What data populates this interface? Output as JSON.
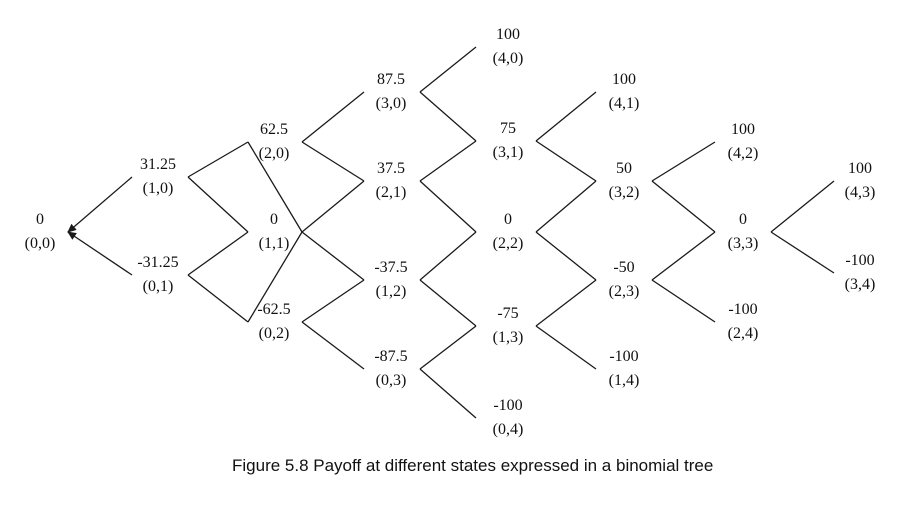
{
  "nodes": [
    {
      "id": "n-0-0-a",
      "value": "0",
      "state": "(0,0)"
    },
    {
      "id": "n-1-0",
      "value": "31.25",
      "state": "(1,0)"
    },
    {
      "id": "n-0-1",
      "value": "-31.25",
      "state": "(0,1)"
    },
    {
      "id": "n-2-0",
      "value": "62.5",
      "state": "(2,0)"
    },
    {
      "id": "n-1-1",
      "value": "0",
      "state": "(1,1)"
    },
    {
      "id": "n-0-2",
      "value": "-62.5",
      "state": "(0,2)"
    },
    {
      "id": "n-3-0",
      "value": "87.5",
      "state": "(3,0)"
    },
    {
      "id": "n-2-1",
      "value": "37.5",
      "state": "(2,1)"
    },
    {
      "id": "n-1-2",
      "value": "-37.5",
      "state": "(1,2)"
    },
    {
      "id": "n-0-3",
      "value": "-87.5",
      "state": "(0,3)"
    },
    {
      "id": "n-4-0",
      "value": "100",
      "state": "(4,0)"
    },
    {
      "id": "n-3-1",
      "value": "75",
      "state": "(3,1)"
    },
    {
      "id": "n-2-2",
      "value": "0",
      "state": "(2,2)"
    },
    {
      "id": "n-1-3",
      "value": "-75",
      "state": "(1,3)"
    },
    {
      "id": "n-0-4",
      "value": "-100",
      "state": "(0,4)"
    },
    {
      "id": "n-4-1",
      "value": "100",
      "state": "(4,1)"
    },
    {
      "id": "n-3-2",
      "value": "50",
      "state": "(3,2)"
    },
    {
      "id": "n-2-3",
      "value": "-50",
      "state": "(2,3)"
    },
    {
      "id": "n-1-4",
      "value": "-100",
      "state": "(1,4)"
    },
    {
      "id": "n-4-2",
      "value": "100",
      "state": "(4,2)"
    },
    {
      "id": "n-3-3",
      "value": "0",
      "state": "(3,3)"
    },
    {
      "id": "n-2-4",
      "value": "-100",
      "state": "(2,4)"
    },
    {
      "id": "n-4-3",
      "value": "100",
      "state": "(4,3)"
    },
    {
      "id": "n-3-4",
      "value": "-100",
      "state": "(3,4)"
    }
  ],
  "edges": [
    {
      "from": "n-1-0",
      "to": "n-0-0-a",
      "arrow": true
    },
    {
      "from": "n-0-1",
      "to": "n-0-0-a",
      "arrow": true
    },
    {
      "from": "n-1-0",
      "to": "n-1-1"
    },
    {
      "from": "n-0-1",
      "to": "n-1-1"
    },
    {
      "from": "n-2-0",
      "to": "n-1-0"
    },
    {
      "from": "n-1-1",
      "to": "n-2-0"
    },
    {
      "from": "n-1-1",
      "to": "n-0-2"
    },
    {
      "from": "n-0-2",
      "to": "n-0-1"
    },
    {
      "from": "n-2-0",
      "to": "n-2-1"
    },
    {
      "from": "n-2-0",
      "to": "n-3-0"
    },
    {
      "from": "n-1-1",
      "to": "n-2-1"
    },
    {
      "from": "n-1-1",
      "to": "n-1-2"
    },
    {
      "from": "n-0-2",
      "to": "n-1-2"
    },
    {
      "from": "n-0-2",
      "to": "n-0-3"
    },
    {
      "from": "n-3-0",
      "to": "n-4-0"
    },
    {
      "from": "n-3-0",
      "to": "n-3-1"
    },
    {
      "from": "n-2-1",
      "to": "n-3-1"
    },
    {
      "from": "n-2-1",
      "to": "n-2-2"
    },
    {
      "from": "n-1-2",
      "to": "n-2-2"
    },
    {
      "from": "n-1-2",
      "to": "n-1-3"
    },
    {
      "from": "n-0-3",
      "to": "n-1-3"
    },
    {
      "from": "n-0-3",
      "to": "n-0-4"
    },
    {
      "from": "n-3-1",
      "to": "n-4-1"
    },
    {
      "from": "n-3-1",
      "to": "n-3-2"
    },
    {
      "from": "n-2-2",
      "to": "n-3-2"
    },
    {
      "from": "n-2-2",
      "to": "n-2-3"
    },
    {
      "from": "n-1-3",
      "to": "n-2-3"
    },
    {
      "from": "n-1-3",
      "to": "n-1-4"
    },
    {
      "from": "n-3-2",
      "to": "n-4-2"
    },
    {
      "from": "n-3-2",
      "to": "n-3-3"
    },
    {
      "from": "n-2-3",
      "to": "n-3-3"
    },
    {
      "from": "n-2-3",
      "to": "n-2-4"
    },
    {
      "from": "n-3-3",
      "to": "n-4-3"
    },
    {
      "from": "n-3-3",
      "to": "n-3-4"
    }
  ],
  "caption": "Figure 5.8 Payoff at different states expressed in a binomial tree"
}
